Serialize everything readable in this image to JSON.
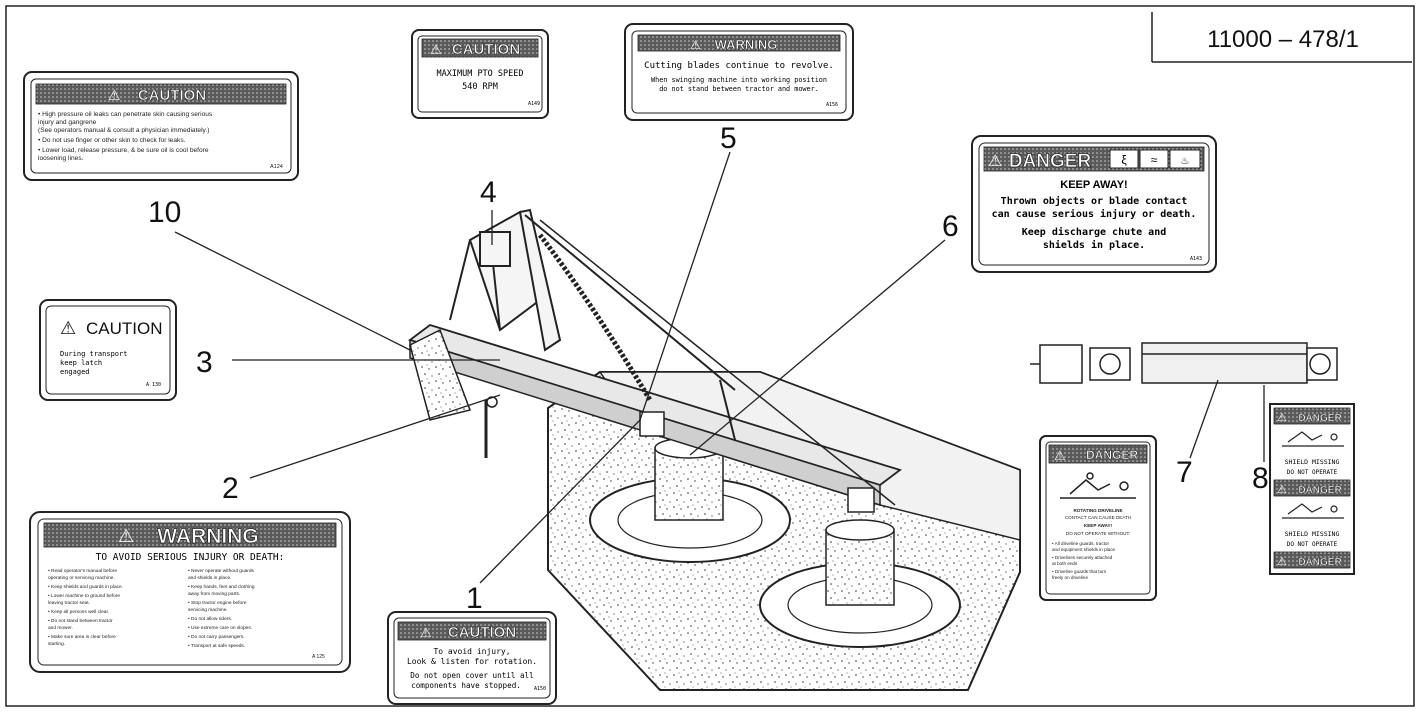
{
  "part_number": "11000 – 478/1",
  "callouts": [
    "1",
    "2",
    "3",
    "4",
    "5",
    "6",
    "7",
    "8",
    "10"
  ],
  "decals": {
    "caution_pressure": {
      "header": "CAUTION",
      "lines": [
        "• High pressure oil leaks can penetrate skin causing serious",
        "  injury and gangrene",
        "  (See operators manual & consult a physician immediately.)",
        "• Do not use finger or other skin to check for leaks.",
        "• Lower load, release pressure, & be sure oil is cool before",
        "  loosening lines."
      ],
      "code": "A124"
    },
    "caution_pto": {
      "header": "CAUTION",
      "lines": [
        "MAXIMUM PTO SPEED",
        "540 RPM"
      ],
      "code": "A149"
    },
    "warning_blades": {
      "header": "WARNING",
      "lines": [
        "Cutting blades continue to revolve.",
        "When swinging machine into working position",
        "do not stand between tractor and mower."
      ],
      "code": "A156"
    },
    "danger_keep_away": {
      "header": "DANGER",
      "lines": [
        "KEEP AWAY!",
        "Thrown objects or blade contact",
        "can cause serious injury or death.",
        "Keep discharge chute and",
        "shields in place."
      ],
      "code": "A143"
    },
    "caution_transport": {
      "header": "CAUTION",
      "lines": [
        "During transport",
        "keep latch",
        "engaged"
      ],
      "code": "A 130"
    },
    "warning_serious": {
      "header": "WARNING",
      "subheader": "TO AVOID SERIOUS INJURY OR DEATH:",
      "col1": [
        "• Read operator's manual before",
        "  operating or servicing machine.",
        "• Keep shields and guards in place.",
        "• Lower machine to ground before",
        "  leaving tractor seat.",
        "• Keep all persons well clear.",
        "• Do not stand between tractor",
        "  and mower.",
        "• Make sure area is clear before",
        "  starting."
      ],
      "col2": [
        "• Never operate without guards",
        "  and shields in place.",
        "• Keep hands, feet and clothing",
        "  away from moving parts.",
        "• Stop tractor engine before",
        "  servicing machine.",
        "• Do not allow riders.",
        "• Use extreme care on slopes.",
        "• Do not carry passengers.",
        "• Transport at safe speeds."
      ],
      "code": "A 125"
    },
    "caution_rotation": {
      "header": "CAUTION",
      "lines": [
        "To avoid injury,",
        "Look & listen for rotation.",
        "Do not open cover until all",
        "components have stopped."
      ],
      "code": "A150"
    },
    "danger_shaft_tall": {
      "header": "DANGER",
      "lines": [
        "ROTATING DRIVELINE",
        "CONTACT CAN CAUSE DEATH",
        "KEEP AWAY!",
        "DO NOT OPERATE WITHOUT:",
        "• All driveline guards, tractor",
        "  and equipment shields in place",
        "• Drivelines securely attached",
        "  at both ends",
        "• Driveline guards that turn",
        "  freely on driveline"
      ]
    },
    "danger_shield_strip": {
      "top": "DANGER",
      "shield": "SHIELD MISSING",
      "noop": "DO NOT OPERATE",
      "mid": "DANGER",
      "bottom": "DANGER"
    }
  }
}
